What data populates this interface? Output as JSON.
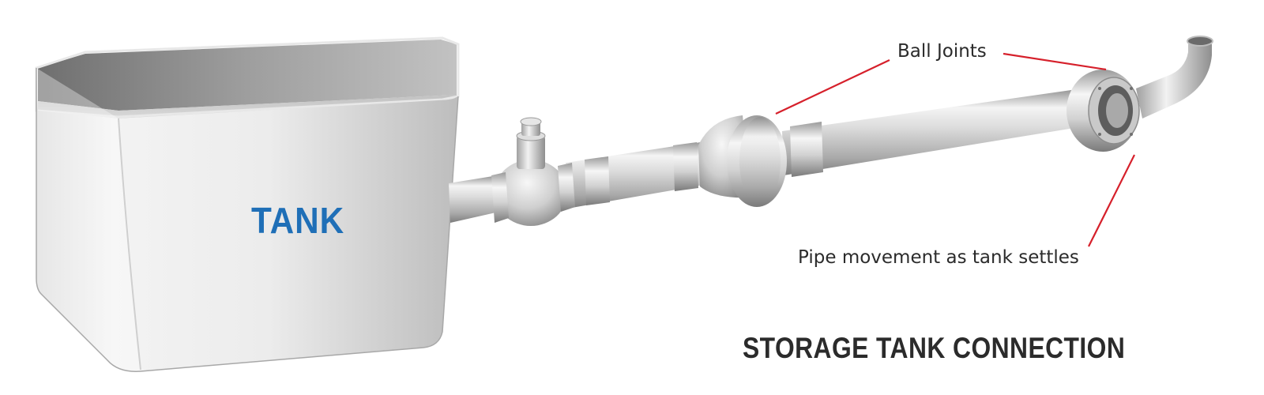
{
  "tank": {
    "label": "TANK"
  },
  "callouts": {
    "ball_joints": "Ball Joints",
    "pipe_movement": "Pipe movement as tank settles"
  },
  "title": "STORAGE TANK CONNECTION",
  "colors": {
    "tank_label": "#1f6fb7",
    "callout_line": "#d6202b",
    "text": "#2b2b2b"
  }
}
